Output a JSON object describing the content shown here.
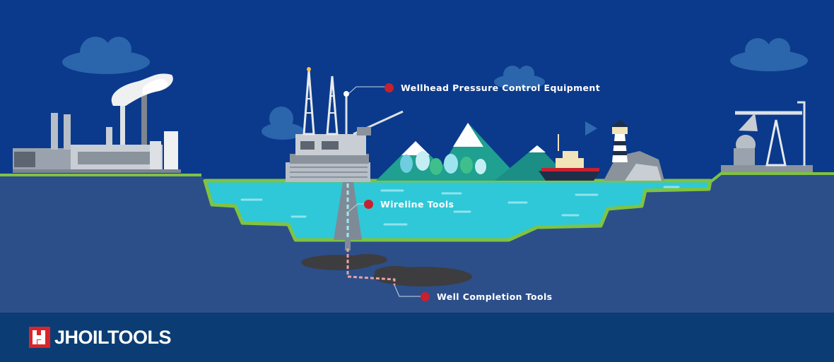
{
  "callouts": {
    "wellhead": "Wellhead Pressure  Control  Equipment",
    "wireline": "Wireline Tools",
    "completion": "Well Completion Tools"
  },
  "brand": {
    "name": "JHOILTOOLS"
  },
  "colors": {
    "sky": "#0b3a8c",
    "ground": "#2c4f8a",
    "water": "#2ec8d8",
    "grass_edge": "#7fc341",
    "marker": "#c8202f",
    "footer": "#0b3d74"
  }
}
